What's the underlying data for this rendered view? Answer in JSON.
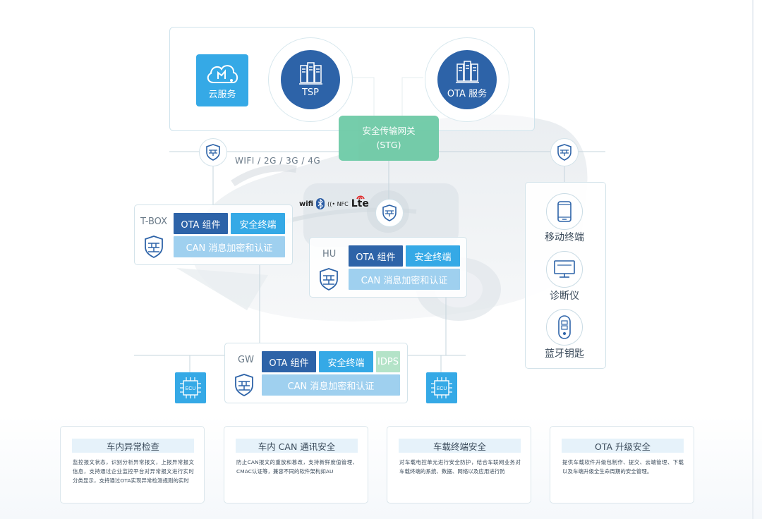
{
  "cloud": {
    "cloud_service": "云服务",
    "tsp": "TSP",
    "ota_service": "OTA 服务"
  },
  "gateway": {
    "name": "安全传输网关",
    "abbr": "(STG)"
  },
  "connectivity": {
    "wireless_label": "WIFI / 2G / 3G / 4G",
    "protocols": {
      "wifi": "wifi",
      "nfc": "((• NFC",
      "lte": "Lte"
    }
  },
  "tbox": {
    "label": "T-BOX",
    "ota": "OTA 组件",
    "terminal": "安全终端",
    "can": "CAN 消息加密和认证"
  },
  "hu": {
    "label": "HU",
    "ota": "OTA 组件",
    "terminal": "安全终端",
    "can": "CAN 消息加密和认证"
  },
  "gw": {
    "label": "GW",
    "ota": "OTA 组件",
    "terminal": "安全终端",
    "idps": "IDPS",
    "can": "CAN 消息加密和认证"
  },
  "ecu": {
    "label": "ECU"
  },
  "devices": {
    "mobile": "移动终端",
    "diagnostic": "诊断仪",
    "bt_key": "蓝牙钥匙"
  },
  "cards": [
    {
      "title": "车内异常检查",
      "body": "监控报文状态，识别分析异常报文，上报异常报文信息，支持通过企业监控平台对异常报文进行实时分类显示，支持通过OTA实现异常检测规则的实时"
    },
    {
      "title": "车内 CAN 通讯安全",
      "body": "防止CAN报文的重放和篡改，支持新鲜度值管理、CMAC认证等，兼容不同的软件架构如AU"
    },
    {
      "title": "车载终端安全",
      "body": "对车载电控单元进行安全防护，结合车联网业务对车载终端的系统、数据、网络以及应用进行防"
    },
    {
      "title": "OTA 升级安全",
      "body": "提供车载软件升级包制作、提交、云端管理、下载以及车端升级全生命周期的安全管理。"
    }
  ],
  "colors": {
    "dark_blue": "#2d63a8",
    "light_blue": "#35a9e6",
    "pale_blue": "#9fd0ef",
    "green": "#6ecaa6"
  }
}
